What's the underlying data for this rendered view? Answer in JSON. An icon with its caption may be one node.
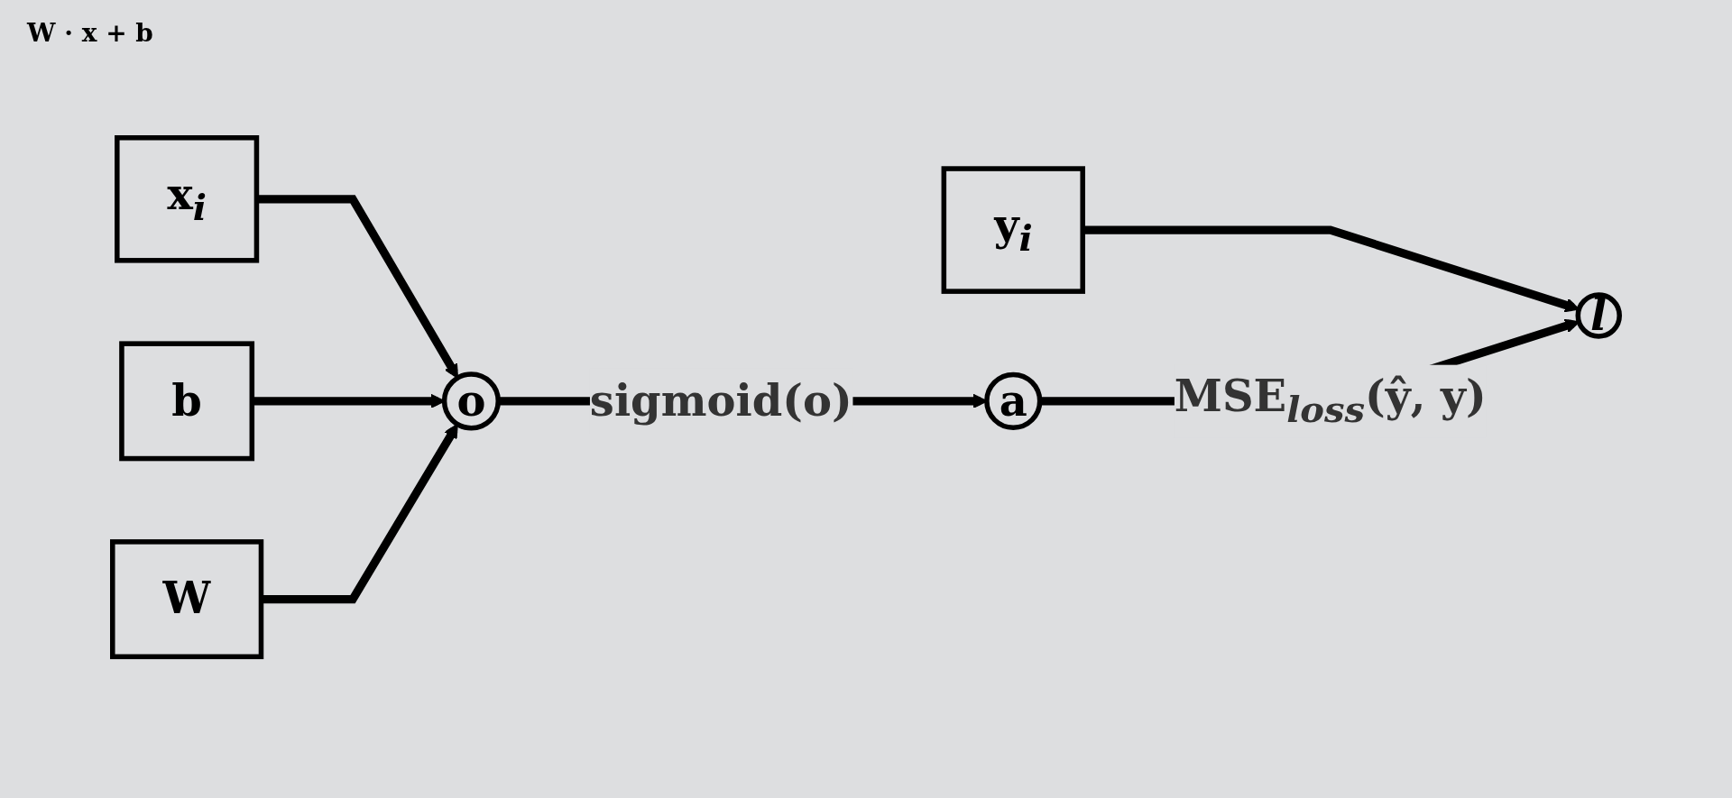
{
  "diagram": {
    "nodes": [
      {
        "text": [
          "y$_{i}$"
        ]
      },
      {
        "text": [
          "x$_{i}$"
        ]
      },
      {
        "text": [
          "b"
        ]
      },
      {
        "text": [
          "W"
        ]
      },
      {
        "text": [
          "o"
        ]
      },
      {
        "text": [
          "a"
        ]
      },
      {
        "text": [
          "l"
        ]
      }
    ],
    "edges": [
      {
        "from": 0,
        "to": 6,
        "arrow": "to"
      },
      {
        "from": 1,
        "to": 4,
        "arrow": "to"
      },
      {
        "from": 2,
        "to": 4,
        "arrow": "to"
      },
      {
        "from": 3,
        "to": 4,
        "arrow": "to"
      },
      {
        "from": 4,
        "to": 5,
        "arrow": "to",
        "label": "sigmoid(o)"
      },
      {
        "from": 5,
        "to": 6,
        "arrow": "to",
        "label": "MSE$_{loss}$(ŷ, y)"
      }
    ],
    "labels": [
      "W · x + b"
    ]
  }
}
